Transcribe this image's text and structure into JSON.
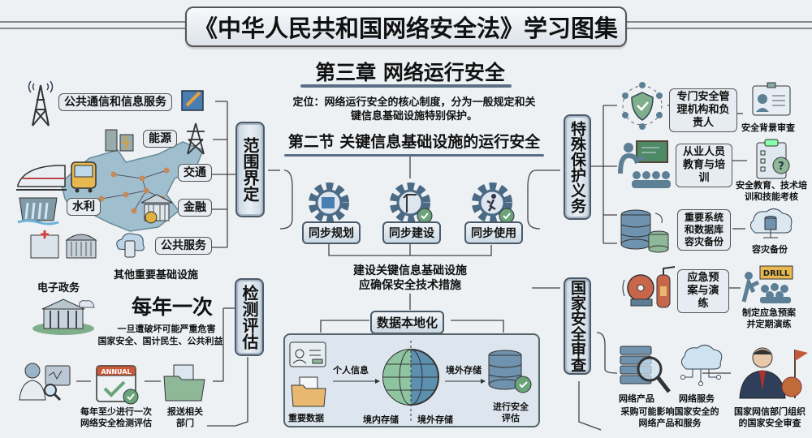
{
  "title": "《中华人民共和国网络安全法》学习图集",
  "chapter": "第三章  网络运行安全",
  "positioning": "定位：网络运行安全的核心制度，分为一般规定和关键信息基础设施特别保护。",
  "section": "第二节 关键信息基础设施的运行安全",
  "scope": {
    "label": "范围界定",
    "items": [
      "公共通信和信息服务",
      "能源",
      "交通",
      "金融",
      "水利",
      "公共服务"
    ],
    "other": "其他重要基础设施",
    "egov": "电子政务"
  },
  "testing": {
    "label": "检测评估",
    "frequency": "每年一次",
    "risk_line1": "一旦遭破坏可能严重危害",
    "risk_line2": "国家安全、国计民生、公共利益",
    "calendar_label": "ANNUAL",
    "step1": "每年至少进行一次网络安全检测评估",
    "step2": "报送相关部门"
  },
  "sync": {
    "items": [
      "同步规划",
      "同步建设",
      "同步使用"
    ],
    "note_line1": "建设关键信息基础设施",
    "note_line2": "应确保安全技术措施"
  },
  "localization": {
    "label": "数据本地化",
    "personal": "个人信息",
    "important": "重要数据",
    "domestic": "境内存储",
    "overseas": "境外存储",
    "overseas_arrow": "境外存储",
    "assessment": "进行安全评估"
  },
  "special": {
    "label": "特殊保护义务",
    "items": [
      {
        "box": "专门安全管理机构和负责人",
        "result": "安全背景审查"
      },
      {
        "box": "从业人员教育与培训",
        "result": "安全教育、技术培训和技能考核"
      },
      {
        "box": "重要系统和数据库容灾备份",
        "result": "容灾备份"
      },
      {
        "box": "应急预案与演练",
        "result": "制定应急预案并定期演练",
        "sign": "DRILL"
      }
    ]
  },
  "review": {
    "label": "国家安全审查",
    "product": "网络产品",
    "service": "网络服务",
    "procure": "采购可能影响国家安全的网络产品和服务",
    "authority": "国家网信部门组织的国家安全审查"
  },
  "colors": {
    "accent": "#4a6a86",
    "green": "#6aa37a",
    "orange": "#d9874a",
    "map": "#9fbfcf"
  }
}
